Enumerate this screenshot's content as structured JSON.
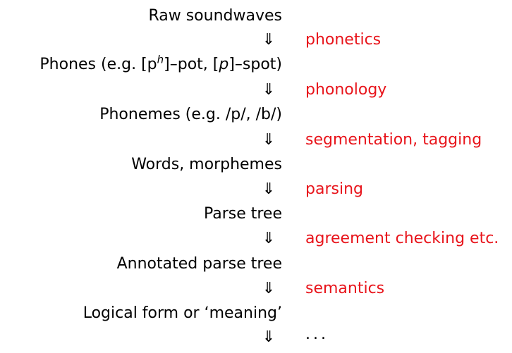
{
  "stages": [
    {
      "id": "raw",
      "text": "Raw soundwaves"
    },
    {
      "id": "phones",
      "prefix": "Phones (e.g. [p",
      "aspiration": "h",
      "mid": "]–pot, [",
      "unaspirated": "p",
      "suffix": "]–spot)"
    },
    {
      "id": "phonemes",
      "text": "Phonemes (e.g. /p/, /b/)"
    },
    {
      "id": "words",
      "text": "Words, morphemes"
    },
    {
      "id": "parse",
      "text": "Parse tree"
    },
    {
      "id": "annotated",
      "text": "Annotated parse tree"
    },
    {
      "id": "logical",
      "text": "Logical form or ‘meaning’"
    }
  ],
  "arrow_symbol": "⇓",
  "processes": [
    "phonetics",
    "phonology",
    "segmentation, tagging",
    "parsing",
    "agreement checking etc.",
    "semantics",
    "..."
  ],
  "colors": {
    "process": "#e8141b",
    "stage": "#000000"
  }
}
